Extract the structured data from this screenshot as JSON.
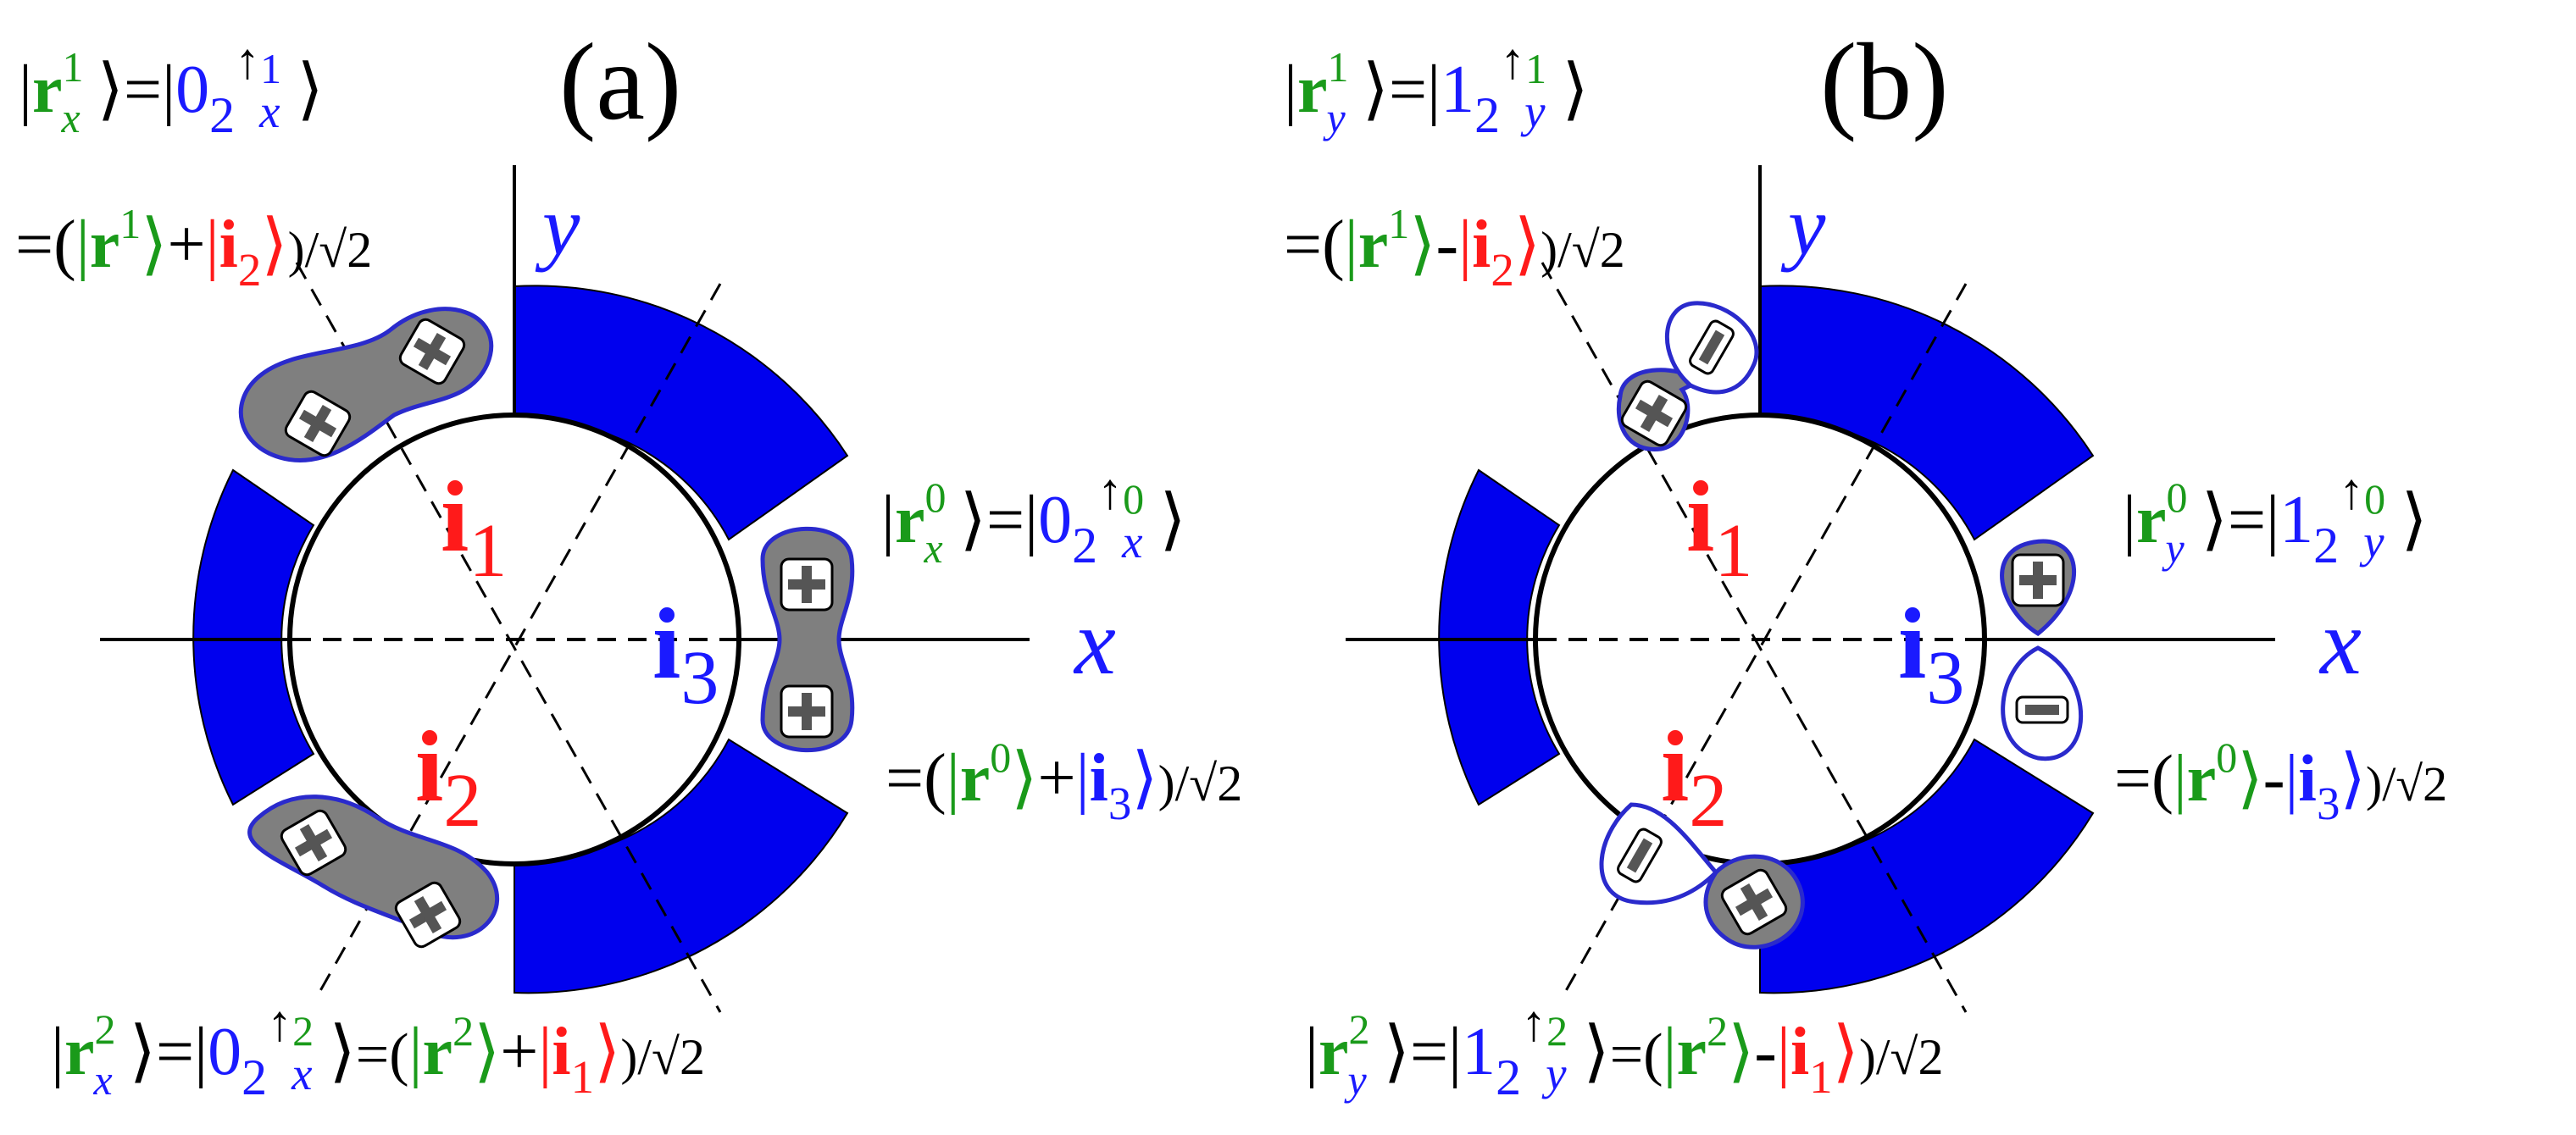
{
  "panels": [
    {
      "id": "a",
      "label": "(a)",
      "axis_x": "x",
      "axis_y": "y",
      "sites": {
        "i1": {
          "main": "i",
          "sub": "1"
        },
        "i2": {
          "main": "i",
          "sub": "2"
        },
        "i3": {
          "main": "i",
          "sub": "3"
        }
      },
      "lobe_signs": {
        "upper": [
          "+",
          "+"
        ],
        "right": [
          "+",
          "+"
        ],
        "lower": [
          "+",
          "+"
        ]
      },
      "labels": {
        "top": {
          "state": "r",
          "state_sub": "x",
          "state_sup": "1",
          "eq1": "=",
          "ket_lead": "0",
          "ket_lead_sub": "2",
          "ket_sub": "x",
          "ket_sup": "1",
          "eq2": "=(",
          "ket1_state": "r",
          "ket1_sup": "1",
          "op": "+",
          "ket2_state": "i",
          "ket2_sub": "2",
          "tail": ")/√2"
        },
        "right": {
          "state": "r",
          "state_sub": "x",
          "state_sup": "0",
          "eq1": "=",
          "ket_lead": "0",
          "ket_lead_sub": "2",
          "ket_sub": "x",
          "ket_sup": "0",
          "eq2": "=(",
          "ket1_state": "r",
          "ket1_sup": "0",
          "op": "+",
          "ket2_state": "i",
          "ket2_sub": "3",
          "tail": ")/√2"
        },
        "bottom": {
          "state": "r",
          "state_sub": "x",
          "state_sup": "2",
          "eq1": "=",
          "ket_lead": "0",
          "ket_lead_sub": "2",
          "ket_sub": "x",
          "ket_sup": "2",
          "eq2": "=(",
          "ket1_state": "r",
          "ket1_sup": "2",
          "op": "+",
          "ket2_state": "i",
          "ket2_sub": "1",
          "tail": ")/√2"
        }
      }
    },
    {
      "id": "b",
      "label": "(b)",
      "axis_x": "x",
      "axis_y": "y",
      "sites": {
        "i1": {
          "main": "i",
          "sub": "1"
        },
        "i2": {
          "main": "i",
          "sub": "2"
        },
        "i3": {
          "main": "i",
          "sub": "3"
        }
      },
      "lobe_signs": {
        "upper": [
          "+",
          "−"
        ],
        "right": [
          "+",
          "−"
        ],
        "lower": [
          "+",
          "−"
        ]
      },
      "labels": {
        "top": {
          "state": "r",
          "state_sub": "y",
          "state_sup": "1",
          "eq1": "=",
          "ket_lead": "1",
          "ket_lead_sub": "2",
          "ket_sub": "y",
          "ket_sup": "1",
          "eq2": "=(",
          "ket1_state": "r",
          "ket1_sup": "1",
          "op": "-",
          "ket2_state": "i",
          "ket2_sub": "2",
          "tail": ")/√2"
        },
        "right": {
          "state": "r",
          "state_sub": "y",
          "state_sup": "0",
          "eq1": "=",
          "ket_lead": "1",
          "ket_lead_sub": "2",
          "ket_sub": "y",
          "ket_sup": "0",
          "eq2": "=(",
          "ket1_state": "r",
          "ket1_sup": "0",
          "op": "-",
          "ket2_state": "i",
          "ket2_sub": "3",
          "tail": ")/√2"
        },
        "bottom": {
          "state": "r",
          "state_sub": "y",
          "state_sup": "2",
          "eq1": "=",
          "ket_lead": "1",
          "ket_lead_sub": "2",
          "ket_sub": "y",
          "ket_sup": "2",
          "eq2": "=(",
          "ket1_state": "r",
          "ket1_sup": "2",
          "op": "-",
          "ket2_state": "i",
          "ket2_sub": "1",
          "tail": ")/√2"
        }
      }
    }
  ],
  "colors": {
    "blue": "#1a1aff",
    "sector_fill": "#0000ee",
    "red": "#ff1a1a",
    "green": "#1a9a1a",
    "lobe_fill": "#7f7f7f",
    "lobe_stroke": "#2a2acc",
    "line": "#000000"
  }
}
